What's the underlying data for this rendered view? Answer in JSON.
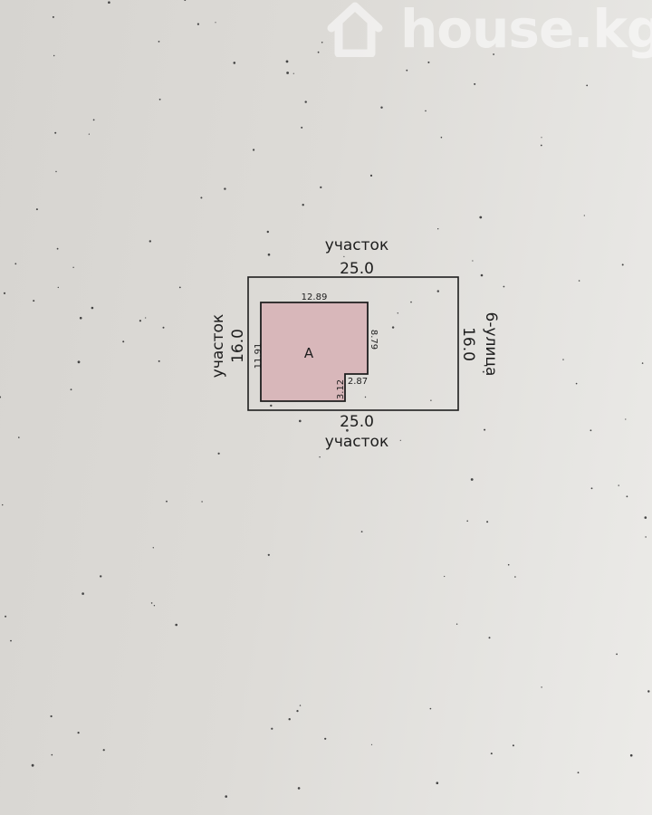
{
  "watermark": {
    "text": "house.kg",
    "icon": "house-icon"
  },
  "plan": {
    "top_neighbor": "участок",
    "bottom_neighbor": "участок",
    "left_neighbor": "участок",
    "right_street": "6-улица",
    "top_length": "25.0",
    "bottom_length": "25.0",
    "left_width": "16.0",
    "right_width": "16.0",
    "building": {
      "label": "A",
      "top": "12.89",
      "left": "11.91",
      "right": "8.79",
      "notch_horizontal": "2.87",
      "notch_vertical": "3.12",
      "fill_color": "#d8b7ba"
    }
  }
}
